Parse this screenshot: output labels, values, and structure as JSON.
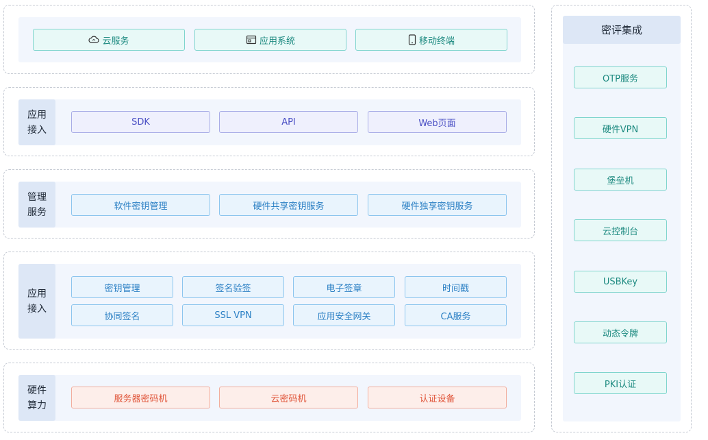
{
  "top_row": {
    "items": [
      {
        "label": "云服务",
        "icon": "cloud-icon"
      },
      {
        "label": "应用系统",
        "icon": "app-window-icon"
      },
      {
        "label": "移动终端",
        "icon": "mobile-phone-icon"
      }
    ]
  },
  "app_access": {
    "label": "应用\n接入",
    "items": [
      "SDK",
      "API",
      "Web页面"
    ]
  },
  "management": {
    "label": "管理\n服务",
    "items": [
      "软件密钥管理",
      "硬件共享密钥服务",
      "硬件独享密钥服务"
    ]
  },
  "app_services": {
    "label": "应用\n接入",
    "row1": [
      "密钥管理",
      "签名验签",
      "电子签章",
      "时间戳"
    ],
    "row2": [
      "协同签名",
      "SSL VPN",
      "应用安全网关",
      "CA服务"
    ]
  },
  "hardware": {
    "label": "硬件\n算力",
    "items": [
      "服务器密码机",
      "云密码机",
      "认证设备"
    ]
  },
  "side": {
    "title": "密评集成",
    "items": [
      "OTP服务",
      "硬件VPN",
      "堡垒机",
      "云控制台",
      "USBKey",
      "动态令牌",
      "PKI认证"
    ]
  },
  "colors": {
    "teal": "#1d8a80",
    "purple": "#4a4fc4",
    "blue": "#2a7fc4",
    "orange": "#e0553a",
    "label_bg": "#dde7f6",
    "panel_bg": "#f2f6fd"
  }
}
